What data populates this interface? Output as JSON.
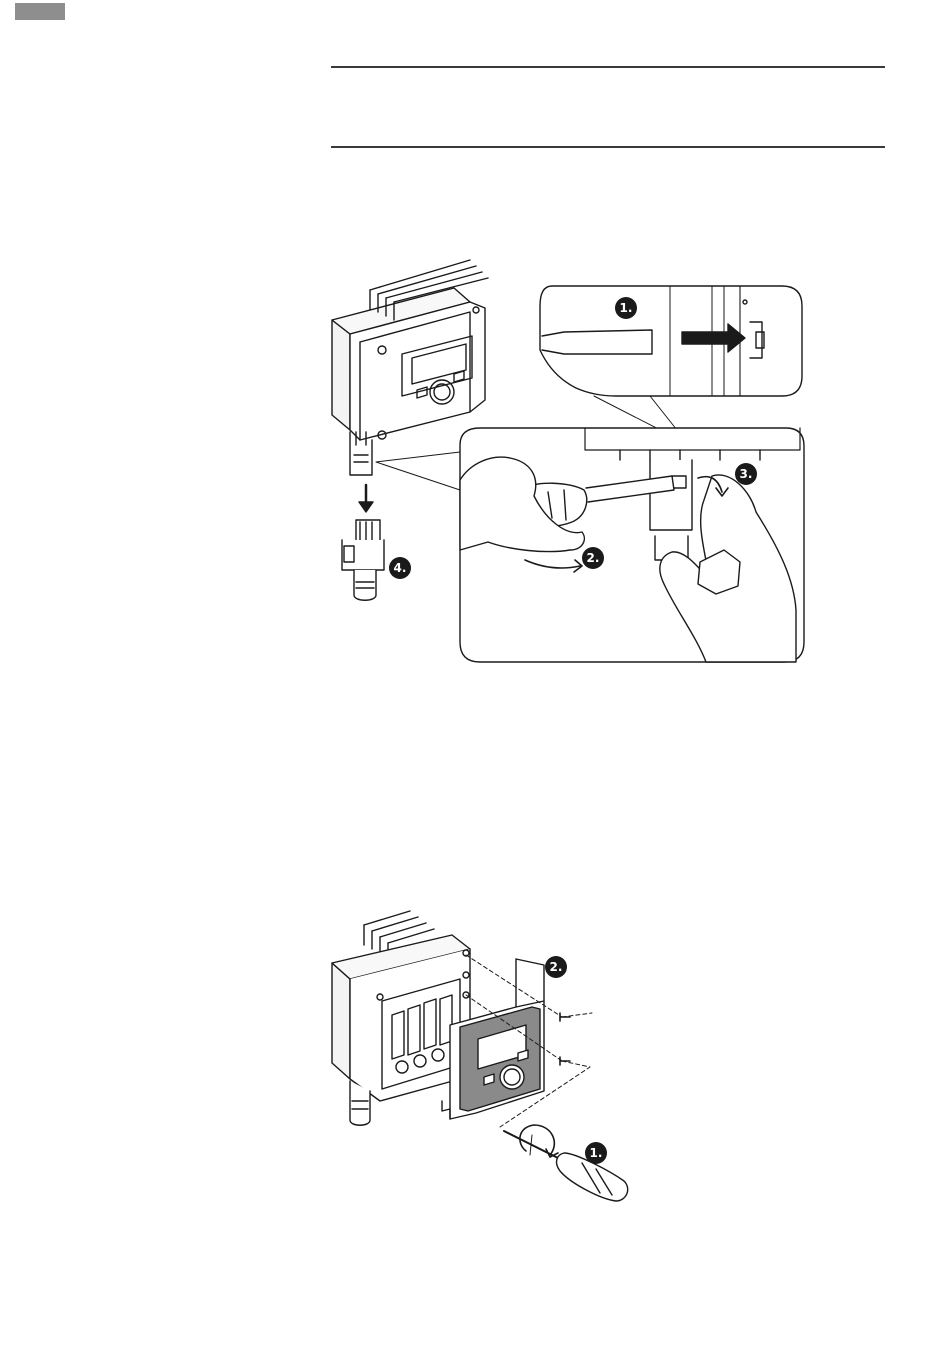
{
  "colors": {
    "tab_marker": "#8e8e8e",
    "rule": "#3a3a3a",
    "line": "#1a1a1a",
    "badge": "#1a1a1a",
    "front_panel_grey": "#8a8a8a"
  },
  "figure1": {
    "icons": [
      "pump-housing-icon",
      "cable-connector-icon",
      "screwdriver-icon",
      "hand-icon",
      "arrow-icon"
    ],
    "steps": {
      "step1": "1.",
      "step2": "2.",
      "step3": "3.",
      "step4": "4."
    }
  },
  "figure2": {
    "icons": [
      "pump-housing-open-icon",
      "front-cover-icon",
      "screw-icon",
      "screwdriver-icon",
      "rotate-arrow-icon"
    ],
    "steps": {
      "step1": "1.",
      "step2": "2."
    }
  }
}
